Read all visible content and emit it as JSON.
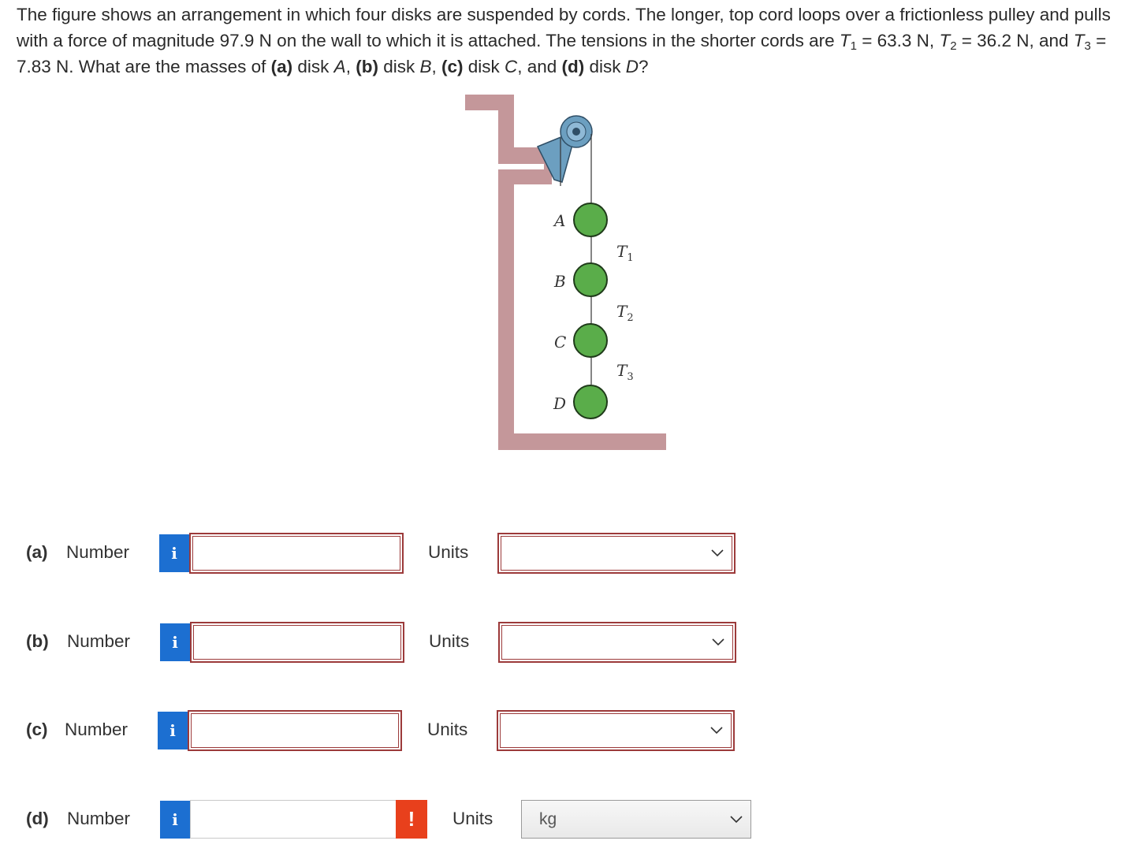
{
  "question": {
    "line1": "The figure shows an arrangement in which four disks are suspended by cords. The longer, top cord loops over a frictionless pulley and pulls with a force of magnitude 97.9 N on the wall to which it is attached. The tensions in the shorter cords are ",
    "t1_sym": "T",
    "t1_sub": "1",
    "t1_val": " = 63.3 N, ",
    "t2_sym": "T",
    "t2_sub": "2",
    "t2_val": " = 36.2 N, and ",
    "t3_sym": "T",
    "t3_sub": "3",
    "t3_val": " = 7.83 N. What are the masses of ",
    "pa": "(a)",
    "da": " disk ",
    "la": "A",
    "sa": ", ",
    "pb": "(b)",
    "db": " disk ",
    "lb": "B",
    "sb": ", ",
    "pc": "(c)",
    "dc": " disk ",
    "lc": "C",
    "sc": ", and ",
    "pd": "(d)",
    "dd": " disk ",
    "ld": "D",
    "end": "?"
  },
  "figure": {
    "disk_labels": [
      "A",
      "B",
      "C",
      "D"
    ],
    "tension_labels": [
      {
        "sym": "T",
        "sub": "1"
      },
      {
        "sym": "T",
        "sub": "2"
      },
      {
        "sym": "T",
        "sub": "3"
      }
    ],
    "colors": {
      "wall": "#c4979a",
      "disk": "#5aad4a",
      "pulley": "#6c9fc0",
      "cord": "#333333"
    }
  },
  "answers": [
    {
      "part": "(a)",
      "number_label": "Number",
      "info": "i",
      "value": "",
      "units_label": "Units",
      "unit_value": ""
    },
    {
      "part": "(b)",
      "number_label": "Number",
      "info": "i",
      "value": "",
      "units_label": "Units",
      "unit_value": ""
    },
    {
      "part": "(c)",
      "number_label": "Number",
      "info": "i",
      "value": "",
      "units_label": "Units",
      "unit_value": ""
    },
    {
      "part": "(d)",
      "number_label": "Number",
      "info": "i",
      "value": "",
      "alert": "!",
      "units_label": "Units",
      "unit_value": "kg"
    }
  ]
}
